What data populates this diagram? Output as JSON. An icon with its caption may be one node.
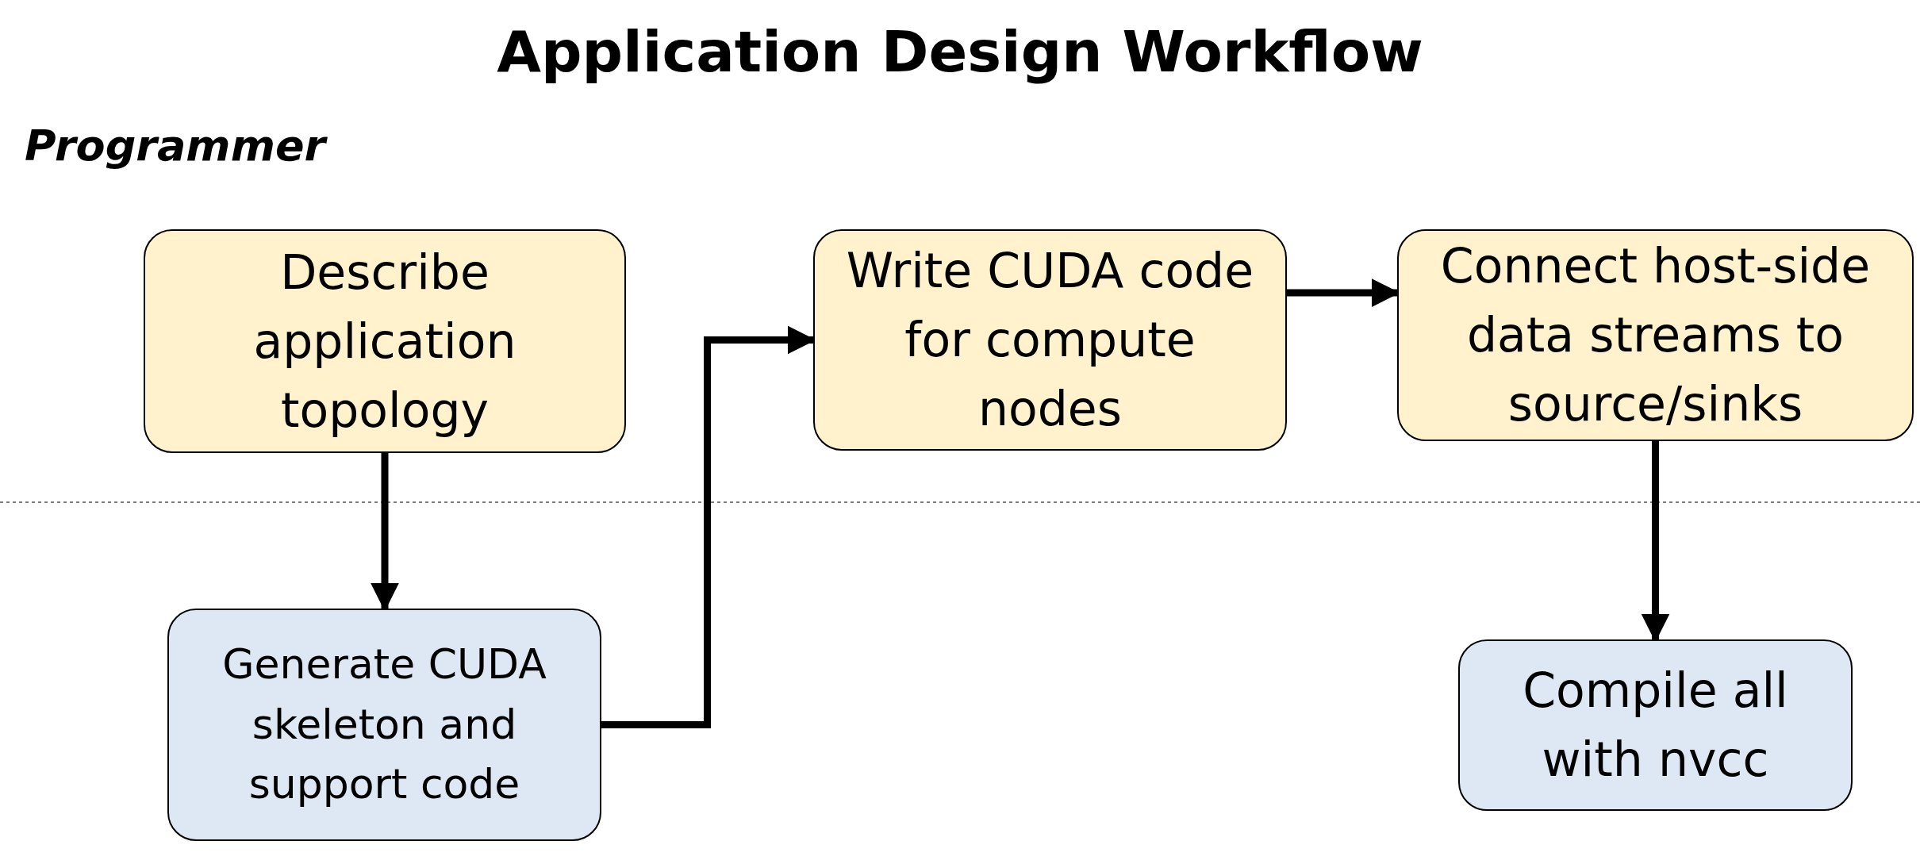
{
  "diagram": {
    "title": "Application Design Workflow",
    "nodes": [
      {
        "text": [
          "Describe application topology"
        ]
      },
      {
        "text": [
          "Write CUDA code for compute nodes"
        ]
      },
      {
        "text": [
          "Connect host-side data streams to source/sinks"
        ]
      },
      {
        "text": [
          "Generate CUDA skeleton and support code"
        ]
      },
      {
        "text": [
          "Compile all with nvcc"
        ]
      }
    ],
    "edges": [
      {
        "from": 0,
        "to": 3,
        "arrow": "to"
      },
      {
        "from": 3,
        "to": 1,
        "arrow": "to"
      },
      {
        "from": 1,
        "to": 2,
        "arrow": "to"
      },
      {
        "from": 2,
        "to": 4,
        "arrow": "to"
      }
    ],
    "labels": [
      "Programmer"
    ]
  }
}
